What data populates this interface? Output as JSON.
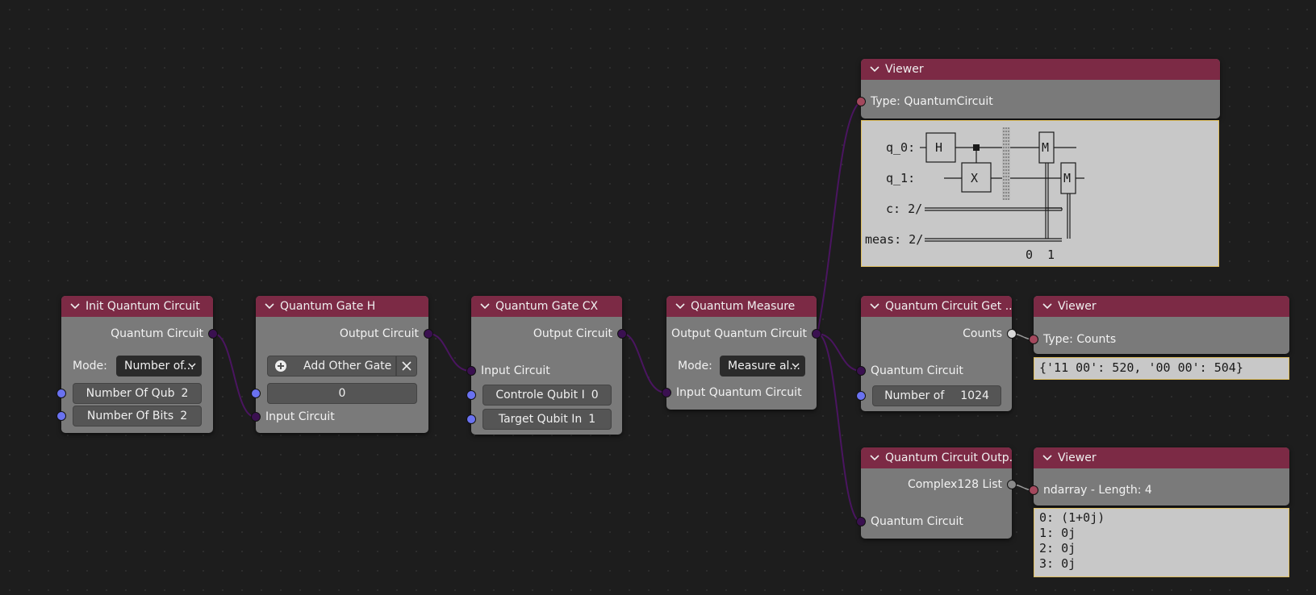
{
  "colors": {
    "header": "#7c2a45",
    "node_body": "#7a7a7a",
    "wire": "#4a1560",
    "canvas": "#1d1d1d"
  },
  "nodes": {
    "init": {
      "title": "Init Quantum Circuit",
      "output": "Quantum Circuit",
      "mode_label": "Mode:",
      "mode_value": "Number of...",
      "qubits_label": "Number Of Qub",
      "qubits_value": "2",
      "bits_label": "Number Of Bits",
      "bits_value": "2"
    },
    "gate_h": {
      "title": "Quantum Gate H",
      "output": "Output Circuit",
      "add_gate": "Add Other Gate",
      "index_value": "0",
      "input": "Input Circuit"
    },
    "gate_cx": {
      "title": "Quantum Gate CX",
      "output": "Output Circuit",
      "input": "Input Circuit",
      "control_label": "Controle Qubit I",
      "control_value": "0",
      "target_label": "Target Qubit In",
      "target_value": "1"
    },
    "measure": {
      "title": "Quantum Measure",
      "output": "Output Quantum Circuit",
      "mode_label": "Mode:",
      "mode_value": "Measure al...",
      "input": "Input Quantum Circuit"
    },
    "get_counts": {
      "title": "Quantum Circuit Get ...",
      "output": "Counts",
      "input": "Quantum Circuit",
      "shots_label": "Number of",
      "shots_value": "1024"
    },
    "output_state": {
      "title": "Quantum Circuit Outp...",
      "output": "Complex128 List",
      "input": "Quantum Circuit"
    },
    "viewer_circuit": {
      "title": "Viewer",
      "type_text": "Type: QuantumCircuit",
      "diagram": {
        "q0_label": "q_0:",
        "q1_label": "q_1:",
        "c_label": "c: 2/",
        "meas_label": "meas: 2/",
        "h_gate": "H",
        "x_gate": "X",
        "m_gate": "M",
        "bit0": "0",
        "bit1": "1"
      }
    },
    "viewer_counts": {
      "title": "Viewer",
      "type_text": "Type: Counts",
      "value": "{'11 00': 520, '00 00': 504}"
    },
    "viewer_array": {
      "title": "Viewer",
      "type_text": "ndarray - Length: 4",
      "lines": [
        "0: (1+0j)",
        "1: 0j",
        "2: 0j",
        "3: 0j"
      ]
    }
  }
}
